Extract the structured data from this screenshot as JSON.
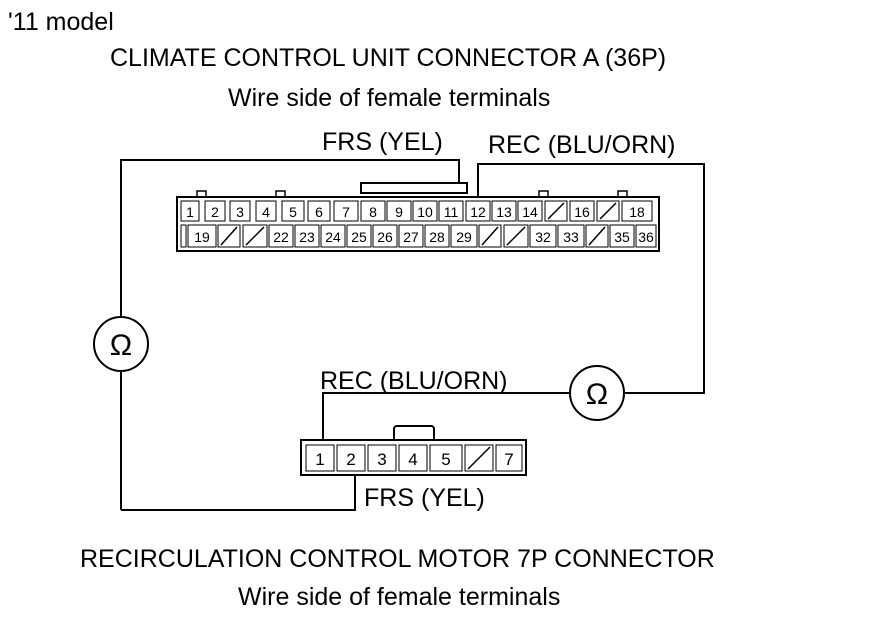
{
  "model": "'11 model",
  "top_connector": {
    "title": "CLIMATE CONTROL UNIT CONNECTOR A (36P)",
    "subtitle": "Wire side of female terminals",
    "row1": [
      "1",
      "2",
      "3",
      "4",
      "5",
      "6",
      "7",
      "8",
      "9",
      "10",
      "11",
      "12",
      "13",
      "14",
      "",
      "16",
      "",
      "18"
    ],
    "row2": [
      "",
      "19",
      "",
      "",
      "22",
      "23",
      "24",
      "25",
      "26",
      "27",
      "28",
      "29",
      "",
      "",
      "32",
      "33",
      "",
      "35",
      "36"
    ]
  },
  "wires": {
    "frs_top": "FRS (YEL)",
    "rec_top": "REC (BLU/ORN)",
    "rec_bottom": "REC (BLU/ORN)",
    "frs_bottom": "FRS (YEL)"
  },
  "meters": {
    "symbol": "Ω"
  },
  "bottom_connector": {
    "pins": [
      "1",
      "2",
      "3",
      "4",
      "5",
      "",
      "7"
    ],
    "title": "RECIRCULATION CONTROL MOTOR 7P CONNECTOR",
    "subtitle": "Wire side of female terminals"
  }
}
